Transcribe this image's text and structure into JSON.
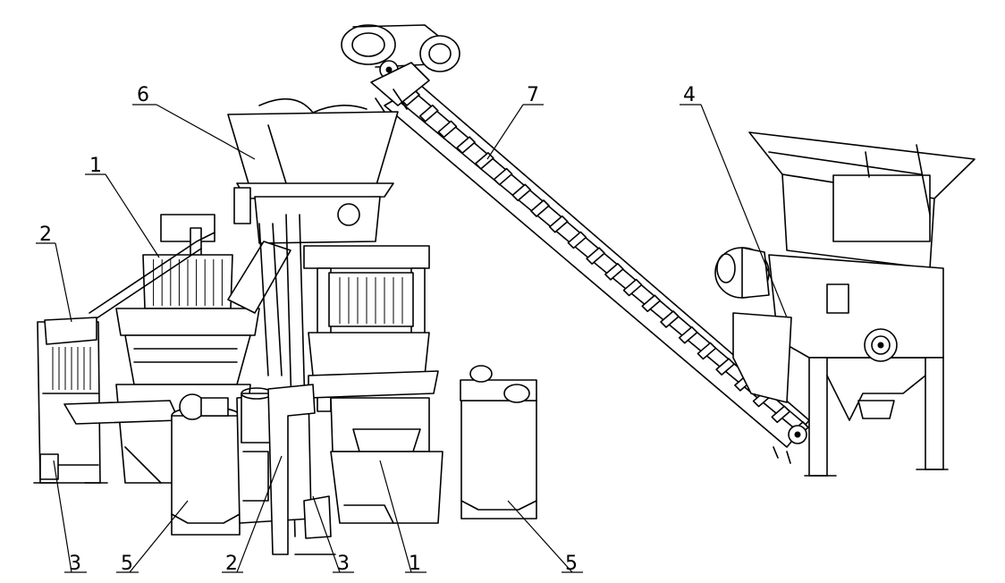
{
  "callouts": {
    "c1_top": "1",
    "c2_left": "2",
    "c6": "6",
    "c7": "7",
    "c4": "4",
    "c3_bl": "3",
    "c5_bl": "5",
    "c2_bottom": "2",
    "c3_bottom": "3",
    "c1_bottom": "1",
    "c5_br": "5"
  }
}
